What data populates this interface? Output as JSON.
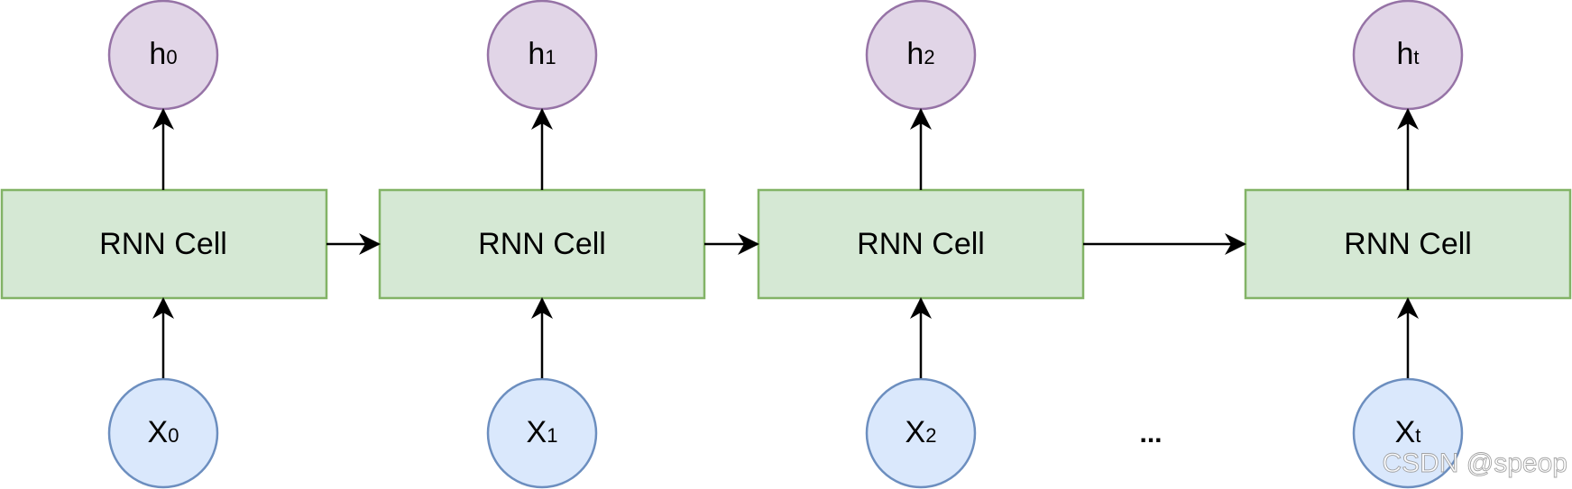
{
  "cells": [
    {
      "label": "RNN Cell",
      "output": {
        "main": "h",
        "sub": "0"
      },
      "input": {
        "main": "X",
        "sub": "0"
      }
    },
    {
      "label": "RNN Cell",
      "output": {
        "main": "h",
        "sub": "1"
      },
      "input": {
        "main": "X",
        "sub": "1"
      }
    },
    {
      "label": "RNN Cell",
      "output": {
        "main": "h",
        "sub": "2"
      },
      "input": {
        "main": "X",
        "sub": "2"
      }
    },
    {
      "label": "RNN Cell",
      "output": {
        "main": "h",
        "sub": "t"
      },
      "input": {
        "main": "X",
        "sub": "t"
      }
    }
  ],
  "ellipsis": "...",
  "watermark": "CSDN @speop",
  "colors": {
    "cell_fill": "#d5e8d4",
    "cell_stroke": "#82b366",
    "output_fill": "#e1d5e7",
    "output_stroke": "#9673a6",
    "input_fill": "#dae8fc",
    "input_stroke": "#6c8ebf"
  }
}
